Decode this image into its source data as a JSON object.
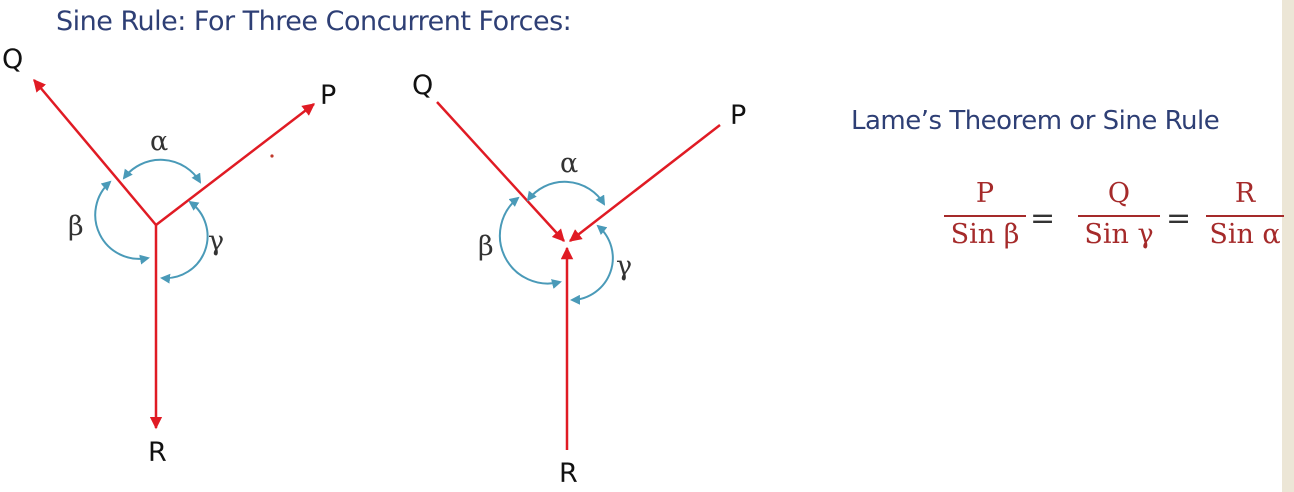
{
  "title": "Sine Rule: For Three Concurrent Forces:",
  "subtitle": "Lame’s Theorem or Sine Rule",
  "diagram_left": {
    "force_labels": {
      "p": "P",
      "q": "Q",
      "r": "R"
    },
    "angle_labels": {
      "alpha": "α",
      "beta": "β",
      "gamma": "γ"
    }
  },
  "diagram_right": {
    "force_labels": {
      "p": "P",
      "q": "Q",
      "r": "R"
    },
    "angle_labels": {
      "alpha": "α",
      "beta": "β",
      "gamma": "γ"
    }
  },
  "formula": {
    "terms": [
      {
        "numerator": "P",
        "denominator": "Sin β"
      },
      {
        "numerator": "Q",
        "denominator": "Sin γ"
      },
      {
        "numerator": "R",
        "denominator": "Sin α"
      }
    ],
    "equals": "="
  },
  "colors": {
    "force": "#e01b24",
    "angle_arc": "#4a9ab8",
    "title": "#2e3f75",
    "formula": "#a52a2a"
  }
}
